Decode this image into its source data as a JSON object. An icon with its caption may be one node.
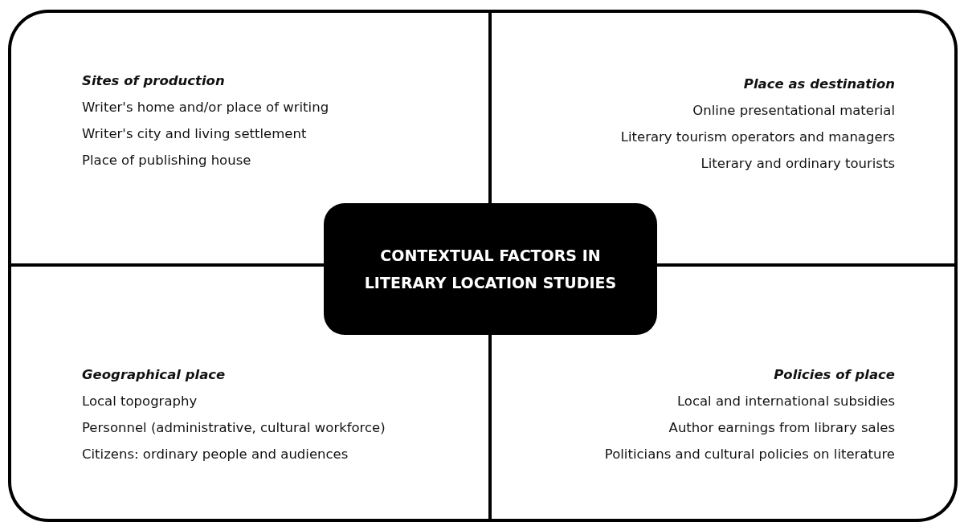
{
  "diagram": {
    "nodes": [
      {
        "text": [
          "Sites of production",
          "Writer's home and/or place of writing",
          "Writer's city and living settlement",
          "Place of publishing house"
        ]
      },
      {
        "text": [
          "Place as destination",
          "Online presentational material",
          "Literary tourism operators and managers",
          "Literary and ordinary tourists"
        ]
      },
      {
        "text": [
          "CONTEXTUAL FACTORS IN LITERARY LOCATION STUDIES"
        ]
      },
      {
        "text": [
          "Geographical place",
          "Local topography",
          "Personnel (administrative, cultural workforce)",
          "Citizens: ordinary people and audiences"
        ]
      },
      {
        "text": [
          "Policies of place",
          "Local and international subsidies",
          "Author earnings from library sales",
          "Politicians and cultural policies on literature"
        ]
      }
    ]
  }
}
